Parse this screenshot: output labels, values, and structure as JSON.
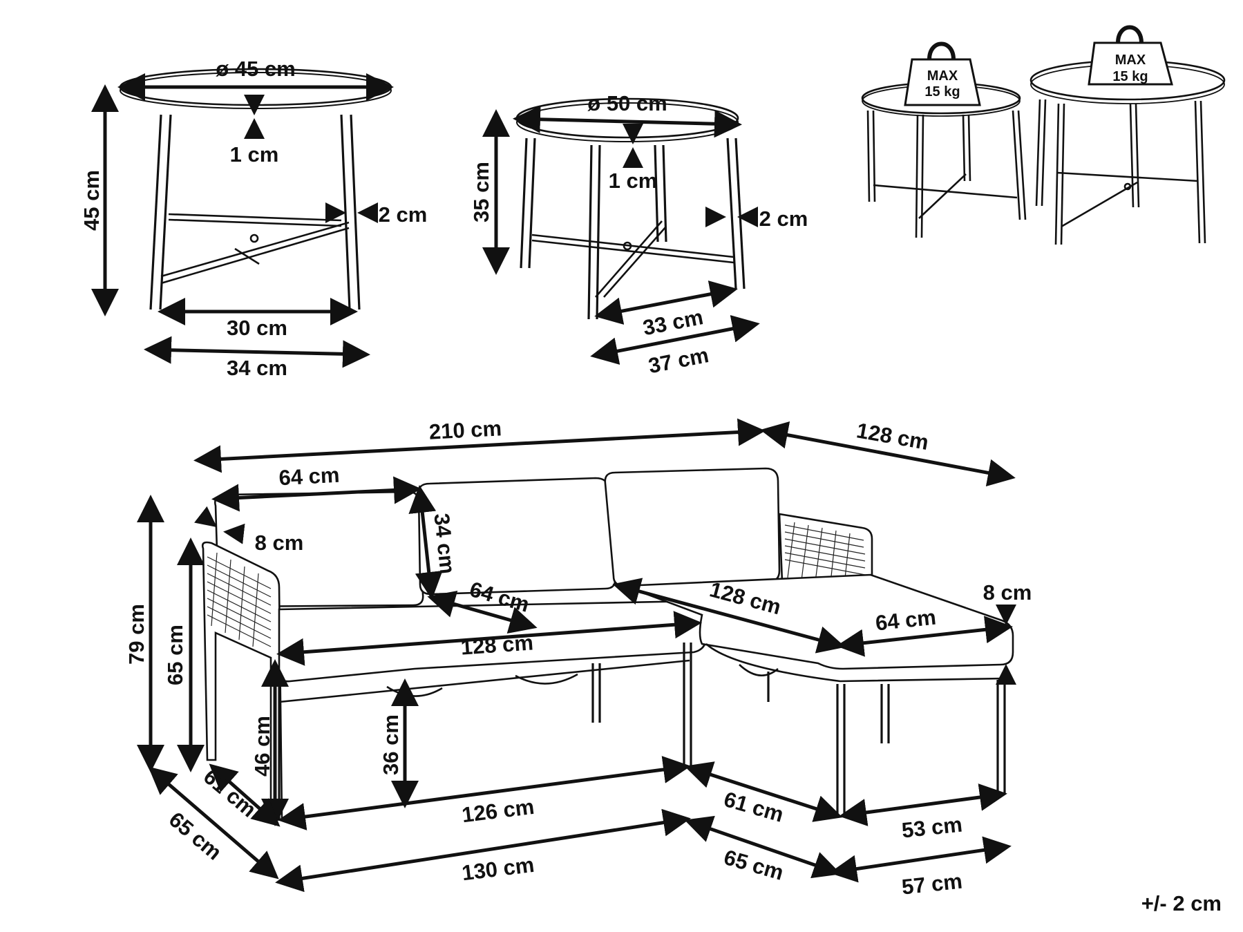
{
  "side_table_small": {
    "diameter": "ø 45 cm",
    "top_thickness": "1 cm",
    "height": "45 cm",
    "leg_width": "2 cm",
    "inner_width": "30 cm",
    "outer_width": "34 cm"
  },
  "side_table_large": {
    "diameter": "ø 50 cm",
    "top_thickness": "1 cm",
    "height": "35 cm",
    "leg_width": "2 cm",
    "inner_width": "33 cm",
    "outer_width": "37 cm"
  },
  "max_load": {
    "small_line1": "MAX",
    "small_line2": "15 kg",
    "large_line1": "MAX",
    "large_line2": "15 kg"
  },
  "sofa": {
    "total_width": "210 cm",
    "chaise_length": "128 cm",
    "back_cushion_width": "64 cm",
    "back_cushion_height": "34 cm",
    "armrest_width": "8 cm",
    "total_height": "79 cm",
    "armrest_height": "65 cm",
    "seat_height": "46 cm",
    "under_seat_clearance": "36 cm",
    "seat_depth": "64 cm",
    "seat_width": "128 cm",
    "chaise_seat_length": "128 cm",
    "chaise_seat_width": "64 cm",
    "cushion_thickness": "8 cm",
    "inner_depth_left": "61 cm",
    "outer_depth_left": "65 cm",
    "inner_base_width": "126 cm",
    "outer_base_width": "130 cm",
    "inner_depth_chaise": "61 cm",
    "outer_depth_chaise": "65 cm",
    "inner_chaise_width": "53 cm",
    "outer_chaise_width": "57 cm"
  },
  "tolerance": "+/- 2 cm"
}
